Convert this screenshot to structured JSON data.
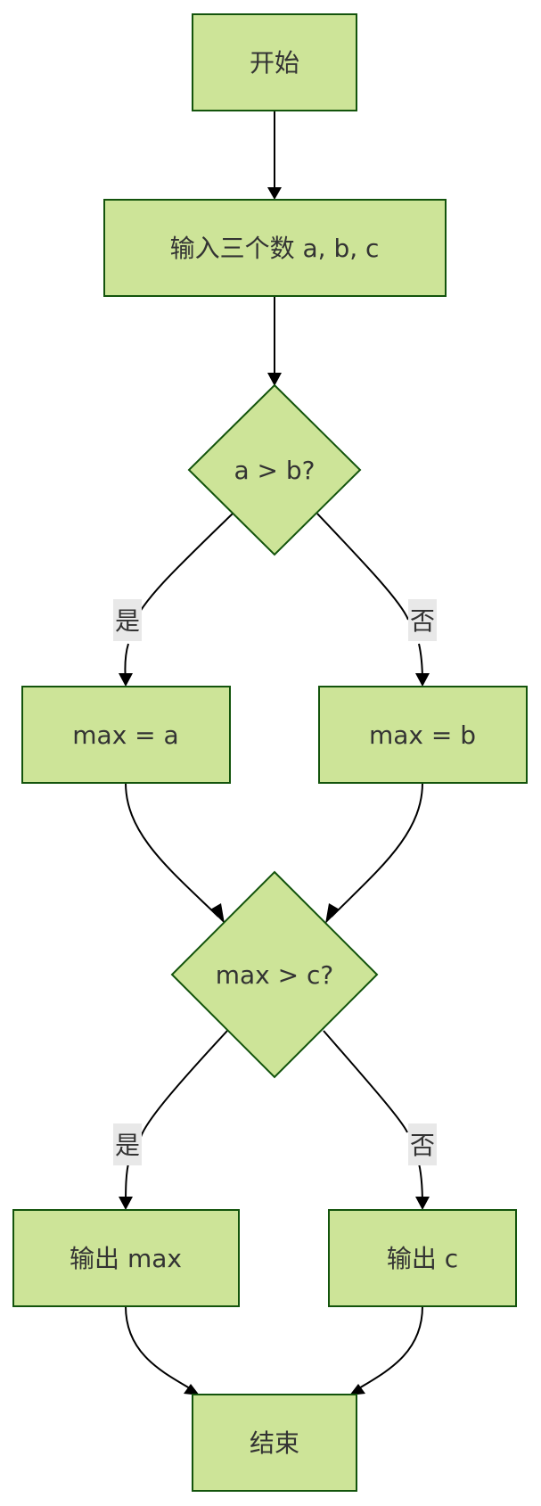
{
  "diagram": {
    "type": "flowchart",
    "direction": "top-down",
    "colors": {
      "node_fill": "#cde498",
      "node_border": "#13540c",
      "text": "#333333",
      "edge": "#000000",
      "label_bg": "#e8e8e8"
    },
    "nodes": [
      {
        "id": "start",
        "shape": "rect",
        "label": "开始"
      },
      {
        "id": "input",
        "shape": "rect",
        "label": "输入三个数 a, b, c"
      },
      {
        "id": "cmp_ab",
        "shape": "diamond",
        "label": "a > b?"
      },
      {
        "id": "max_a",
        "shape": "rect",
        "label": "max = a"
      },
      {
        "id": "max_b",
        "shape": "rect",
        "label": "max = b"
      },
      {
        "id": "cmp_c",
        "shape": "diamond",
        "label": "max > c?"
      },
      {
        "id": "out_max",
        "shape": "rect",
        "label": "输出 max"
      },
      {
        "id": "out_c",
        "shape": "rect",
        "label": "输出 c"
      },
      {
        "id": "end",
        "shape": "rect",
        "label": "结束"
      }
    ],
    "edges": [
      {
        "from": "start",
        "to": "input",
        "label": ""
      },
      {
        "from": "input",
        "to": "cmp_ab",
        "label": ""
      },
      {
        "from": "cmp_ab",
        "to": "max_a",
        "label": "是"
      },
      {
        "from": "cmp_ab",
        "to": "max_b",
        "label": "否"
      },
      {
        "from": "max_a",
        "to": "cmp_c",
        "label": ""
      },
      {
        "from": "max_b",
        "to": "cmp_c",
        "label": ""
      },
      {
        "from": "cmp_c",
        "to": "out_max",
        "label": "是"
      },
      {
        "from": "cmp_c",
        "to": "out_c",
        "label": "否"
      },
      {
        "from": "out_max",
        "to": "end",
        "label": ""
      },
      {
        "from": "out_c",
        "to": "end",
        "label": ""
      }
    ]
  }
}
